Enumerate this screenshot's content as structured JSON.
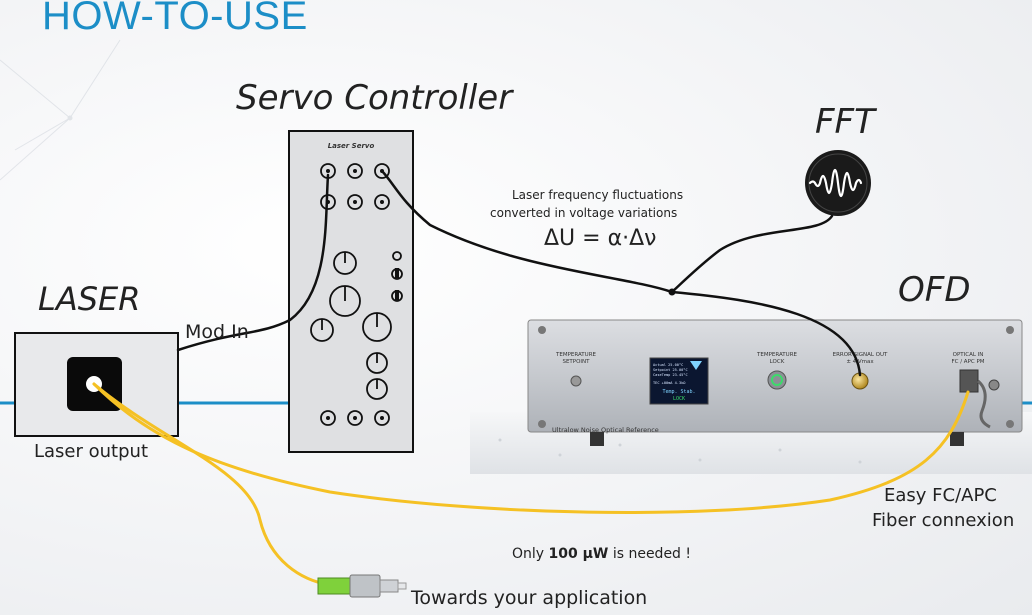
{
  "title": "HOW-TO-USE",
  "labels": {
    "servo": "Servo Controller",
    "laser": "LASER",
    "fft": "FFT",
    "ofd": "OFD",
    "mod_in": "Mod In",
    "laser_output": "Laser output",
    "fluctuations_line1": "Laser frequency fluctuations",
    "fluctuations_line2": "converted in voltage variations",
    "equation": "ΔU = α·Δν",
    "only_prefix": "Only ",
    "only_power": "100 μW",
    "only_suffix": " is needed !",
    "fiber_line1": "Easy FC/APC",
    "fiber_line2": "Fiber connexion",
    "towards": "Towards your application"
  },
  "servo_panel": {
    "brand": "Laser Servo"
  },
  "ofd_panel": {
    "temperature_setpoint": [
      "TEMPERATURE",
      "SETPOINT"
    ],
    "temperature_lock": [
      "TEMPERATURE",
      "LOCK"
    ],
    "error_signal": [
      "ERROR SIGNAL OUT",
      "± 4 Vmax"
    ],
    "optical_in": [
      "OPTICAL IN",
      "FC / APC PM"
    ],
    "footer": "Ultralow Noise Optical Reference",
    "screen": {
      "line1": "Actual  25.00°C",
      "line2": "Setpoint 25.00°C",
      "line3": "CaseTemp 23.45°C",
      "line4": "TEC  +00mA  4.3kΩ",
      "status1": "Temp. Stab.",
      "status2": "LOCK"
    }
  },
  "colors": {
    "accent": "#1c8ec7",
    "fiber": "#f5c124",
    "cable": "#111111"
  }
}
